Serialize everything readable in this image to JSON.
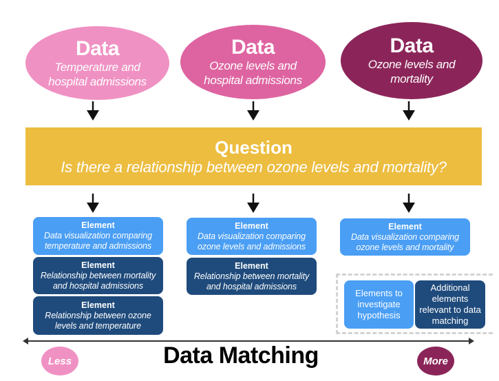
{
  "data_nodes": [
    {
      "title": "Data",
      "line1": "Temperature and",
      "line2": "hospital admissions",
      "color": "#F091C3"
    },
    {
      "title": "Data",
      "line1": "Ozone levels and",
      "line2": "hospital admissions",
      "color": "#DE64A1"
    },
    {
      "title": "Data",
      "line1": "Ozone levels and",
      "line2": "mortality",
      "color": "#8B2559"
    }
  ],
  "question": {
    "title": "Question",
    "text": "Is there a relationship between ozone levels and mortality?",
    "color": "#EDBD40"
  },
  "columns": [
    {
      "elements": [
        {
          "title": "Element",
          "line1": "Data visualization comparing",
          "line2": "temperature and admissions",
          "kind": "light"
        },
        {
          "title": "Element",
          "line1": "Relationship between mortality",
          "line2": "and hospital admissions",
          "kind": "dark"
        },
        {
          "title": "Element",
          "line1": "Relationship between ozone",
          "line2": "levels and temperature",
          "kind": "dark"
        }
      ]
    },
    {
      "elements": [
        {
          "title": "Element",
          "line1": "Data visualization comparing",
          "line2": "ozone levels and admissions",
          "kind": "light"
        },
        {
          "title": "Element",
          "line1": "Relationship between mortality",
          "line2": "and hospital admissions",
          "kind": "dark"
        }
      ]
    },
    {
      "elements": [
        {
          "title": "Element",
          "line1": "Data visualization comparing",
          "line2": "ozone levels and mortality",
          "kind": "light"
        }
      ]
    }
  ],
  "legend": {
    "investigate": [
      "Elements to",
      "investigate",
      "hypothesis"
    ],
    "additional": [
      "Additional",
      "elements",
      "relevant to data",
      "matching"
    ]
  },
  "colors": {
    "element_light": "#4A9EF4",
    "element_dark": "#1F4B7C",
    "legend_border": "#D3D3D3"
  },
  "axis": {
    "title": "Data Matching",
    "less": "Less",
    "more": "More",
    "less_color": "#F091C3",
    "more_color": "#8B2559"
  },
  "icons": {
    "arrow": "down-arrow-icon"
  }
}
